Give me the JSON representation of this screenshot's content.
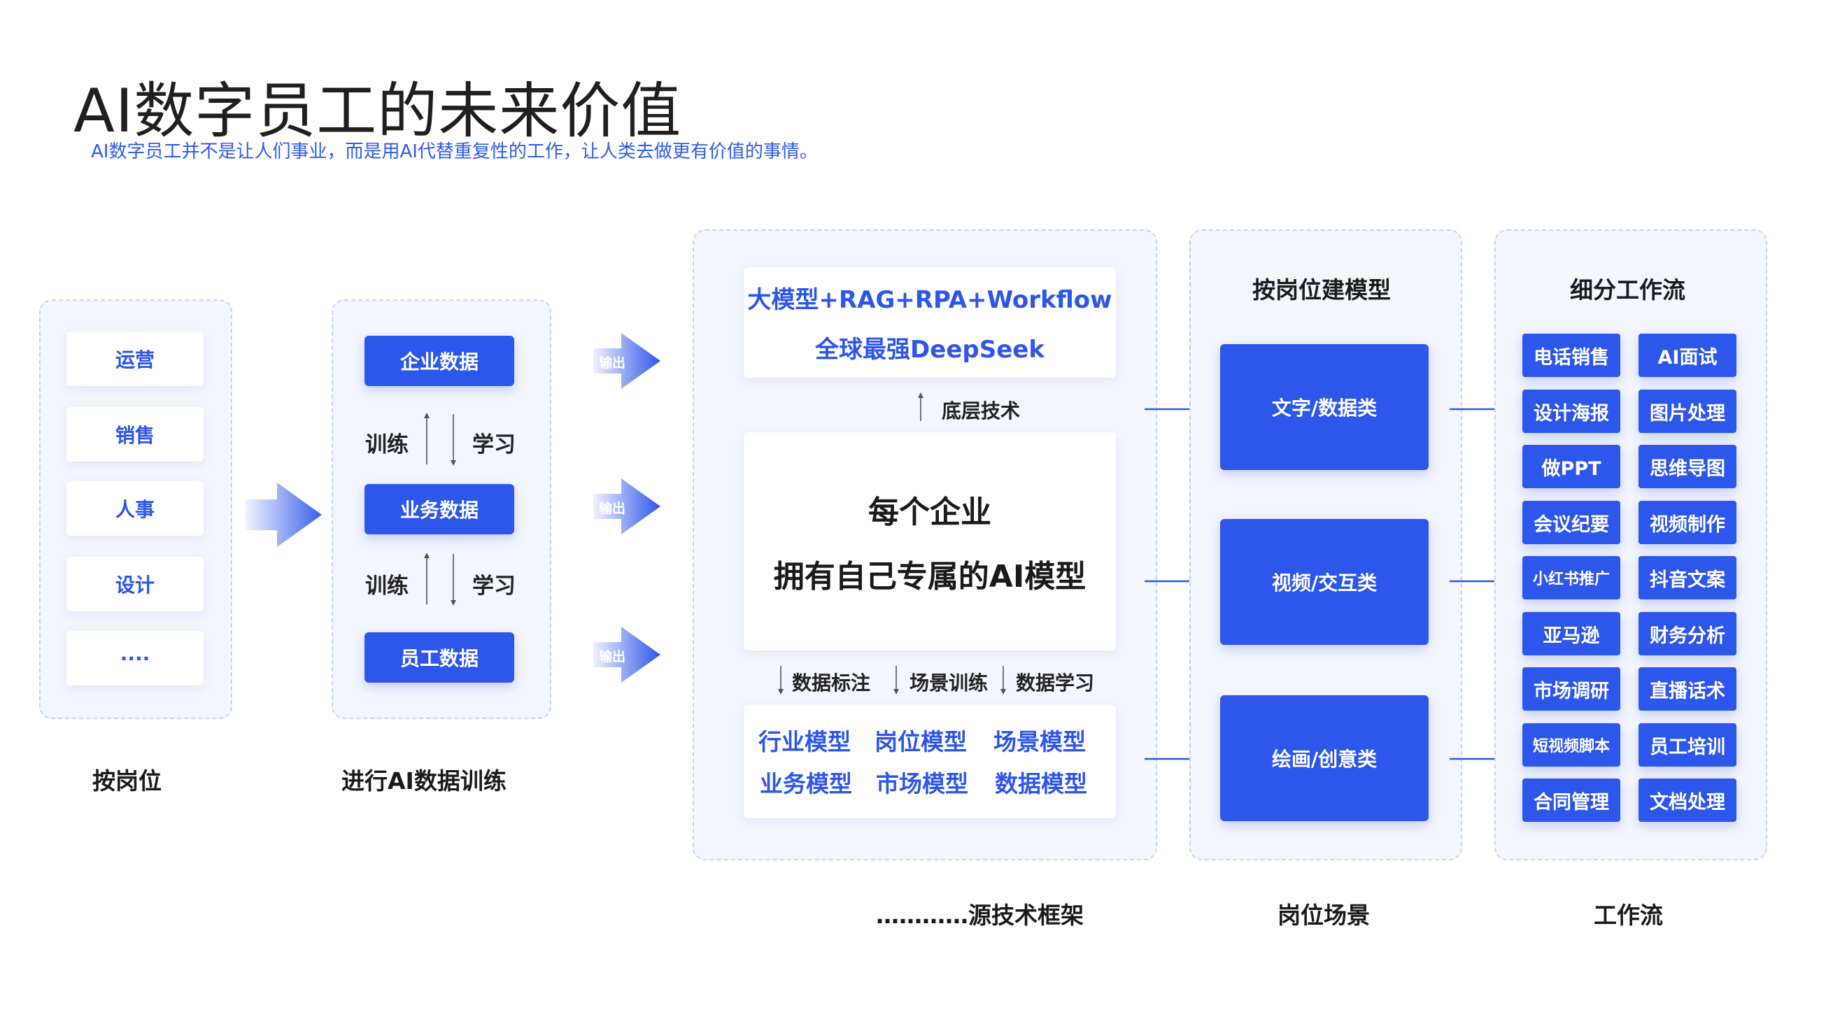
{
  "header": {
    "title": "AI数字员工的未来价值",
    "subtitle": "AI数字员工并不是让人们事业，而是用AI代替重复性的工作，让人类去做更有价值的事情。"
  },
  "roles": {
    "items": [
      "运营",
      "销售",
      "人事",
      "设计",
      "····"
    ],
    "caption": "按岗位"
  },
  "training": {
    "boxes": [
      "企业数据",
      "业务数据",
      "员工数据"
    ],
    "train": "训练",
    "learn": "学习",
    "caption": "进行AI数据训练",
    "output": "输出"
  },
  "tech": {
    "top_line1": "大模型+RAG+RPA+Workflow",
    "top_line2": "全球最强DeepSeek",
    "base_tech": "底层技术",
    "center_line1": "每个企业",
    "center_line2": "拥有自己专属的AI模型",
    "steps": [
      "数据标注",
      "场景训练",
      "数据学习"
    ],
    "models": [
      "行业模型",
      "岗位模型",
      "场景模型",
      "业务模型",
      "市场模型",
      "数据模型"
    ],
    "caption": "…………源技术框架"
  },
  "scenes": {
    "heading": "按岗位建模型",
    "items": [
      "文字/数据类",
      "视频/交互类",
      "绘画/创意类"
    ],
    "caption": "岗位场景"
  },
  "workflow": {
    "heading": "细分工作流",
    "items": [
      "电话销售",
      "AI面试",
      "设计海报",
      "图片处理",
      "做PPT",
      "思维导图",
      "会议纪要",
      "视频制作",
      "小红书推广",
      "抖音文案",
      "亚马逊",
      "财务分析",
      "市场调研",
      "直播话术",
      "短视频脚本",
      "员工培训",
      "合同管理",
      "文档处理"
    ],
    "caption": "工作流"
  },
  "colors": {
    "accent": "#2d56ea",
    "panel_bg": "#f4f6fe",
    "panel_border": "#c6d2f4"
  }
}
